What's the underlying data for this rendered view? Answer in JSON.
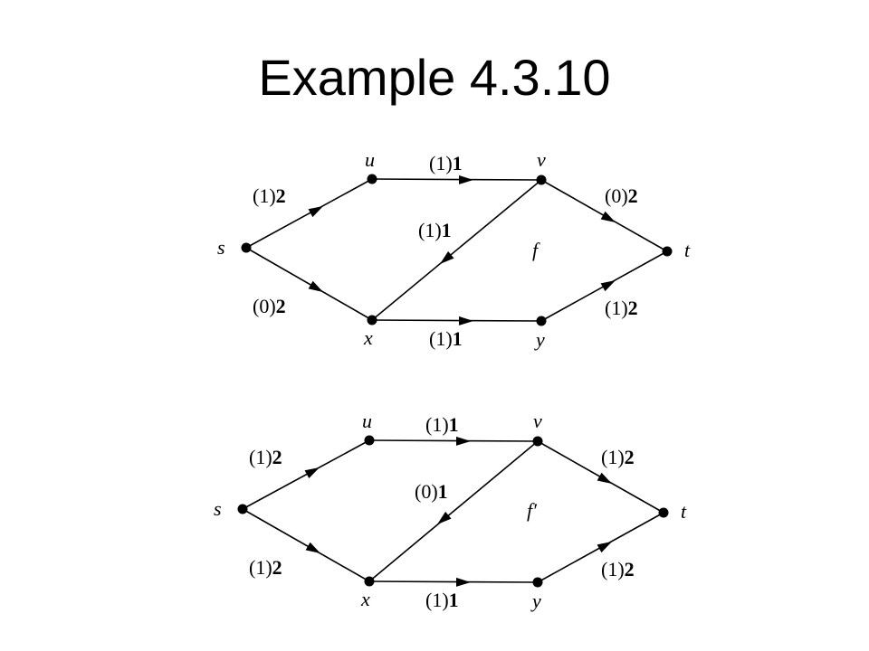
{
  "title": "Example 4.3.10",
  "graphs": [
    {
      "name": "f",
      "nodes": {
        "s": "s",
        "u": "u",
        "v": "v",
        "t": "t",
        "x": "x",
        "y": "y"
      },
      "edges": {
        "su": {
          "flow": "(1)",
          "cap": "2"
        },
        "uv": {
          "flow": "(1)",
          "cap": "1"
        },
        "vt": {
          "flow": "(0)",
          "cap": "2"
        },
        "vx": {
          "flow": "(1)",
          "cap": "1"
        },
        "sx": {
          "flow": "(0)",
          "cap": "2"
        },
        "xy": {
          "flow": "(1)",
          "cap": "1"
        },
        "yt": {
          "flow": "(1)",
          "cap": "2"
        }
      }
    },
    {
      "name": "f′",
      "nodes": {
        "s": "s",
        "u": "u",
        "v": "v",
        "t": "t",
        "x": "x",
        "y": "y"
      },
      "edges": {
        "su": {
          "flow": "(1)",
          "cap": "2"
        },
        "uv": {
          "flow": "(1)",
          "cap": "1"
        },
        "vt": {
          "flow": "(1)",
          "cap": "2"
        },
        "vx": {
          "flow": "(0)",
          "cap": "1"
        },
        "sx": {
          "flow": "(1)",
          "cap": "2"
        },
        "xy": {
          "flow": "(1)",
          "cap": "1"
        },
        "yt": {
          "flow": "(1)",
          "cap": "2"
        }
      }
    }
  ]
}
